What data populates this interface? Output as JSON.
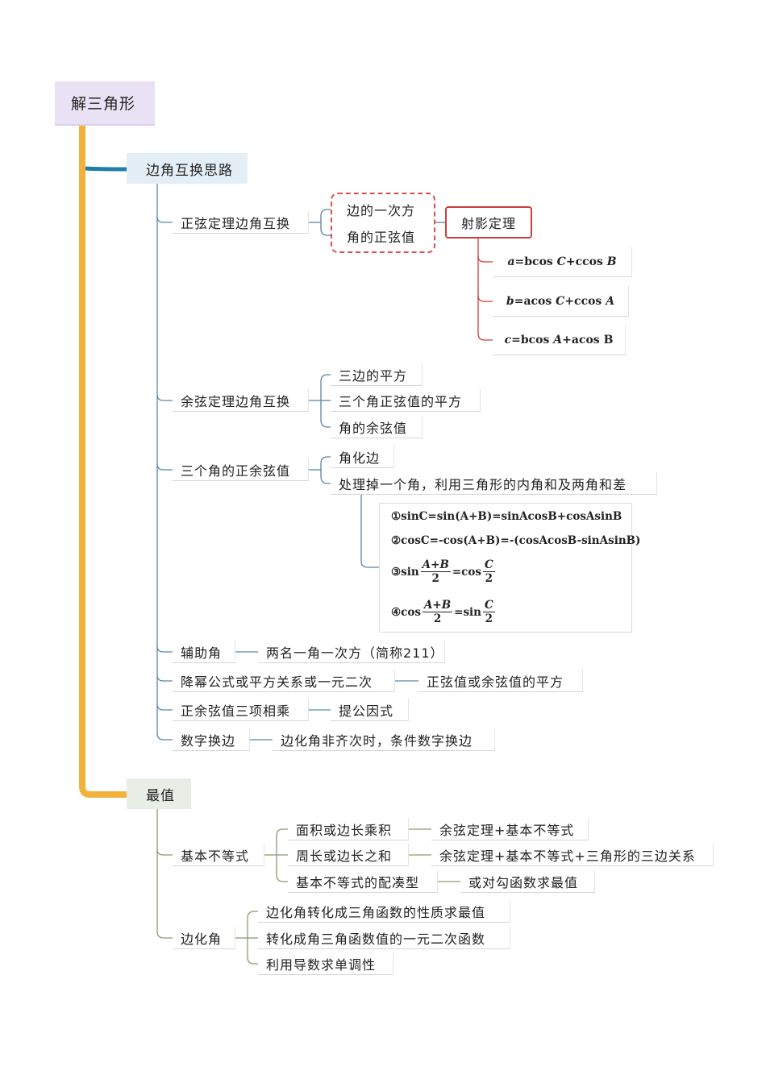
{
  "root": "解三角形",
  "branch1": {
    "title": "边角互换思路",
    "sine_rule": {
      "label": "正弦定理边角互换",
      "items": [
        "边的一次方",
        "角的正弦值"
      ],
      "projection": {
        "label": "射影定理",
        "formulas": [
          {
            "lhs": "a",
            "t1": "bcos",
            "v1": "C",
            "t2": "ccos",
            "v2": "B"
          },
          {
            "lhs": "b",
            "t1": "acos",
            "v1": "C",
            "t2": "ccos",
            "v2": "A"
          },
          {
            "lhs": "c",
            "t1": "bcos",
            "v1": "A",
            "t2": "acos",
            "v2": "B"
          }
        ]
      }
    },
    "cosine_rule": {
      "label": "余弦定理边角互换",
      "items": [
        "三边的平方",
        "三个角正弦值的平方",
        "角的余弦值"
      ]
    },
    "three_angles": {
      "label": "三个角的正余弦值",
      "items": [
        "角化边",
        "处理掉一个角，利用三角形的内角和及两角和差"
      ],
      "identities": {
        "f1": "①sinC=sin(A+B)=sinAcosB+cosAsinB",
        "f2": "②cosC=-cos(A+B)=-(cosAcosB-sinAsinB)",
        "f3": {
          "prefix": "③sin",
          "num": "A+B",
          "den": "2",
          "mid": "=cos",
          "num2": "C",
          "den2": "2"
        },
        "f4": {
          "prefix": "④cos",
          "num": "A+B",
          "den": "2",
          "mid": "=sin",
          "num2": "C",
          "den2": "2"
        }
      }
    },
    "aux_angle": {
      "label": "辅助角",
      "child": "两名一角一次方（简称211）"
    },
    "power_reduction": {
      "label": "降幂公式或平方关系或一元二次",
      "child": "正弦值或余弦值的平方"
    },
    "three_products": {
      "label": "正余弦值三项相乘",
      "child": "提公因式"
    },
    "number_sub": {
      "label": "数字换边",
      "child": "边化角非齐次时，条件数字换边"
    }
  },
  "branch2": {
    "title": "最值",
    "basic_ineq": {
      "label": "基本不等式",
      "items": [
        {
          "label": "面积或边长乘积",
          "child": "余弦定理+基本不等式"
        },
        {
          "label": "周长或边长之和",
          "child": "余弦定理+基本不等式+三角形的三边关系"
        },
        {
          "label": "基本不等式的配凑型",
          "child": "或对勾函数求最值"
        }
      ]
    },
    "side_to_angle": {
      "label": "边化角",
      "items": [
        "边化角转化成三角函数的性质求最值",
        "转化成角三角函数值的一元二次函数",
        "利用导数求单调性"
      ]
    }
  },
  "colors": {
    "trunk": "#f2b13a",
    "blue_line": "#5a86a6",
    "green_line": "#8c9a70",
    "red": "#c9403b"
  }
}
